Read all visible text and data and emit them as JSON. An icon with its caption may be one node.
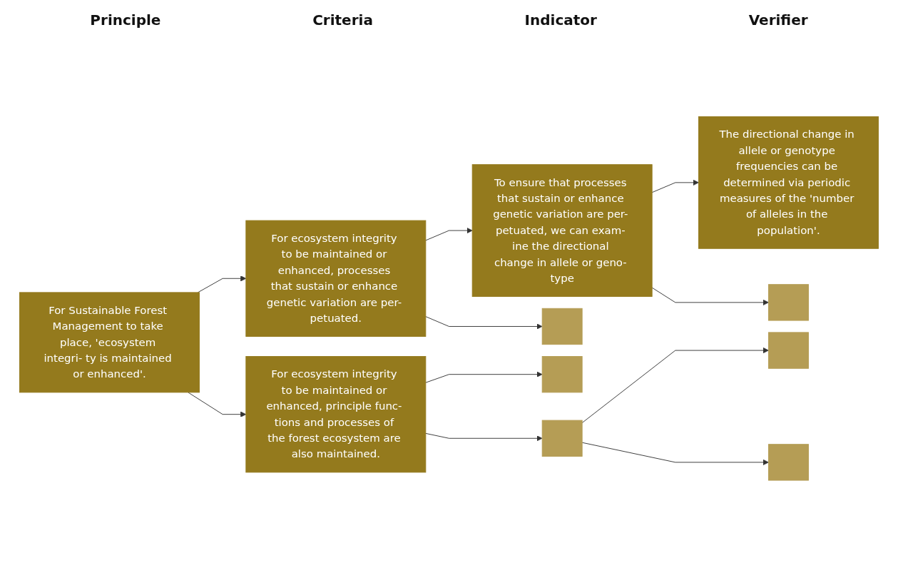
{
  "diagram": {
    "nodes": [
      {
        "text": [
          "For Sustainable Forest Management to take place, 'ecosystem integri- ty is maintained or enhanced'."
        ]
      },
      {
        "text": [
          "For ecosystem integrity to be maintained or enhanced, processes that sustain or enhance genetic variation are per- petuated."
        ]
      },
      {
        "text": [
          "For ecosystem integrity to be maintained or enhanced, principle func- tions and processes of the forest ecosystem are also maintained."
        ]
      },
      {
        "text": [
          "To ensure that processes that sustain or enhance genetic variation are per- petuated, we can exam- ine the directional change in allele or geno- type"
        ]
      },
      {
        "text": [],
        "shape": "box"
      },
      {
        "text": [],
        "shape": "box"
      },
      {
        "text": [],
        "shape": "box"
      },
      {
        "text": [
          "The directional change in allele or genotype frequencies can be determined via periodic measures of the 'number of alleles in the population'."
        ]
      },
      {
        "text": [],
        "shape": "box"
      },
      {
        "text": [],
        "shape": "box"
      },
      {
        "text": [],
        "shape": "box"
      }
    ],
    "edges": [
      {
        "from": 0,
        "to": 1,
        "arrow": "to"
      },
      {
        "from": 0,
        "to": 2,
        "arrow": "to"
      },
      {
        "from": 1,
        "to": 3,
        "arrow": "to"
      },
      {
        "from": 1,
        "to": 4,
        "arrow": "to"
      },
      {
        "from": 2,
        "to": 5,
        "arrow": "to"
      },
      {
        "from": 2,
        "to": 6,
        "arrow": "to"
      },
      {
        "from": 3,
        "to": 7,
        "arrow": "to"
      },
      {
        "from": 3,
        "to": 8,
        "arrow": "to"
      },
      {
        "from": 6,
        "to": 9,
        "arrow": "to"
      },
      {
        "from": 6,
        "to": 10,
        "arrow": "to"
      }
    ],
    "labels": [
      "Verifier",
      "Indicator",
      "Criteria",
      "Principle"
    ]
  }
}
